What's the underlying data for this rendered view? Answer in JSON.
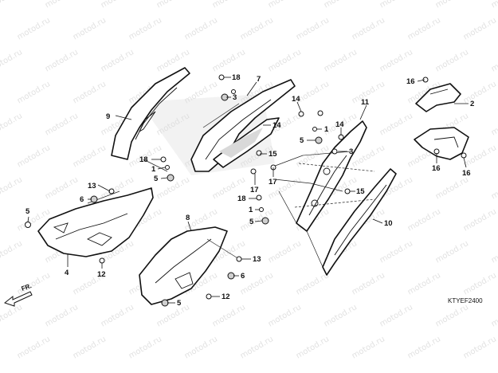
{
  "watermark": "motod.ru",
  "diagram_code": "KTYEF2400",
  "front_label": "FR.",
  "callouts": [
    {
      "id": "c9",
      "label": "9"
    },
    {
      "id": "c18a",
      "label": "18"
    },
    {
      "id": "c3a",
      "label": "3"
    },
    {
      "id": "c7",
      "label": "7"
    },
    {
      "id": "c14a",
      "label": "14"
    },
    {
      "id": "c14b",
      "label": "14"
    },
    {
      "id": "c16a",
      "label": "16"
    },
    {
      "id": "c2",
      "label": "2"
    },
    {
      "id": "c11",
      "label": "11"
    },
    {
      "id": "c1a",
      "label": "1"
    },
    {
      "id": "c5a",
      "label": "5"
    },
    {
      "id": "c14c",
      "label": "14"
    },
    {
      "id": "c3b",
      "label": "3"
    },
    {
      "id": "c15a",
      "label": "15"
    },
    {
      "id": "c18b",
      "label": "18"
    },
    {
      "id": "c1b",
      "label": "1"
    },
    {
      "id": "c5b",
      "label": "5"
    },
    {
      "id": "c17a",
      "label": "17"
    },
    {
      "id": "c16b",
      "label": "16"
    },
    {
      "id": "c16c",
      "label": "16"
    },
    {
      "id": "c13a",
      "label": "13"
    },
    {
      "id": "c6a",
      "label": "6"
    },
    {
      "id": "c17b",
      "label": "17"
    },
    {
      "id": "c15b",
      "label": "15"
    },
    {
      "id": "c18c",
      "label": "18"
    },
    {
      "id": "c1c",
      "label": "1"
    },
    {
      "id": "c5c",
      "label": "5"
    },
    {
      "id": "c5d",
      "label": "5"
    },
    {
      "id": "c8",
      "label": "8"
    },
    {
      "id": "c10",
      "label": "10"
    },
    {
      "id": "c4",
      "label": "4"
    },
    {
      "id": "c12a",
      "label": "12"
    },
    {
      "id": "c13b",
      "label": "13"
    },
    {
      "id": "c6b",
      "label": "6"
    },
    {
      "id": "c12b",
      "label": "12"
    },
    {
      "id": "c5e",
      "label": "5"
    }
  ]
}
